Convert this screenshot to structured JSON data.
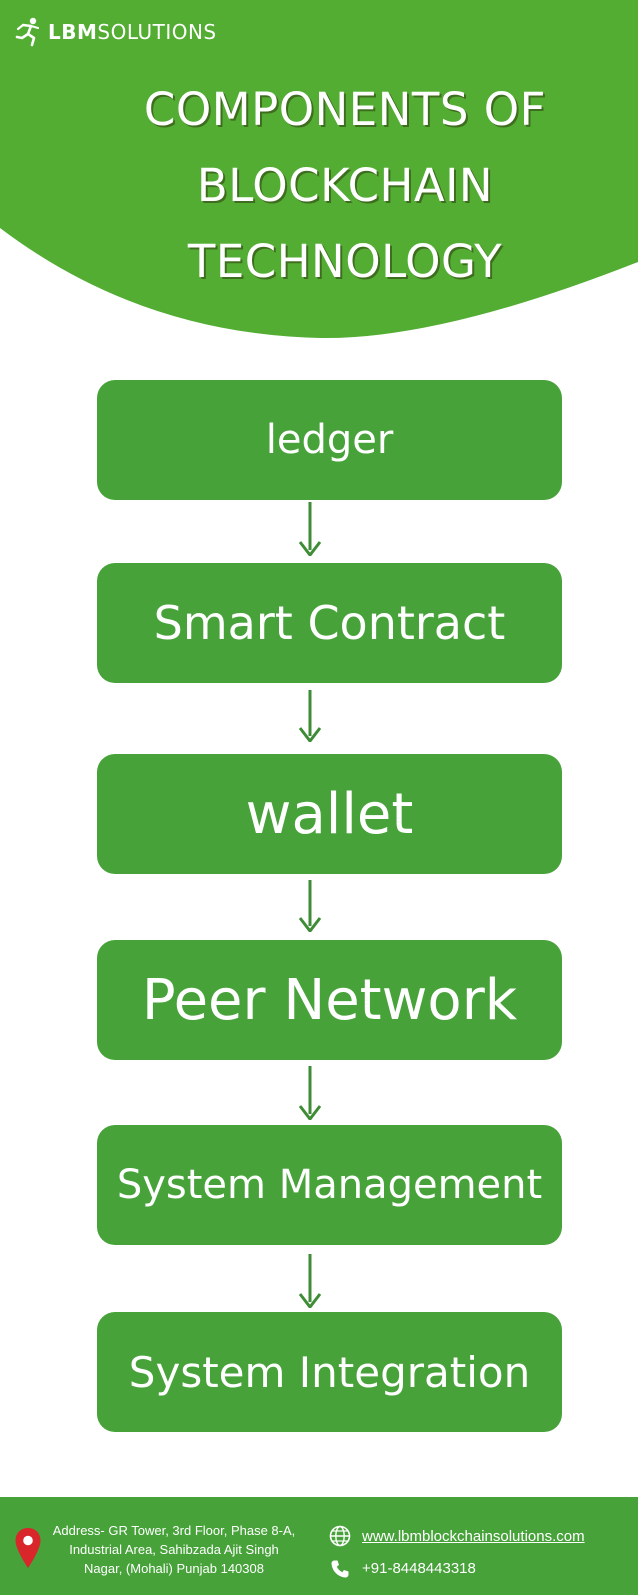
{
  "brand": {
    "name_bold": "LBM",
    "name_light": "SOLUTIONS"
  },
  "title": {
    "line1": "COMPONENTS  OF",
    "line2": "BLOCKCHAIN",
    "line3": "TECHNOLOGY"
  },
  "components": [
    "ledger",
    "Smart Contract",
    "wallet",
    "Peer Network",
    "System Management",
    "System Integration"
  ],
  "footer": {
    "address_line1": "Address- GR Tower, 3rd Floor, Phase 8-A,",
    "address_line2": "Industrial Area, Sahibzada Ajit Singh",
    "address_line3": "Nagar, (Mohali) Punjab 140308",
    "website": "www.lbmblockchainsolutions.com",
    "phone": "+91-8448443318"
  },
  "colors": {
    "header_green": "#52ad32",
    "box_green": "#47a23a",
    "arrow_green": "#3f8c36",
    "text_white": "#ffffff",
    "pin_red": "#d9262b"
  },
  "icons": {
    "logo": "runner-logo-icon",
    "address": "map-pin-icon",
    "website": "globe-icon",
    "phone": "phone-icon"
  }
}
